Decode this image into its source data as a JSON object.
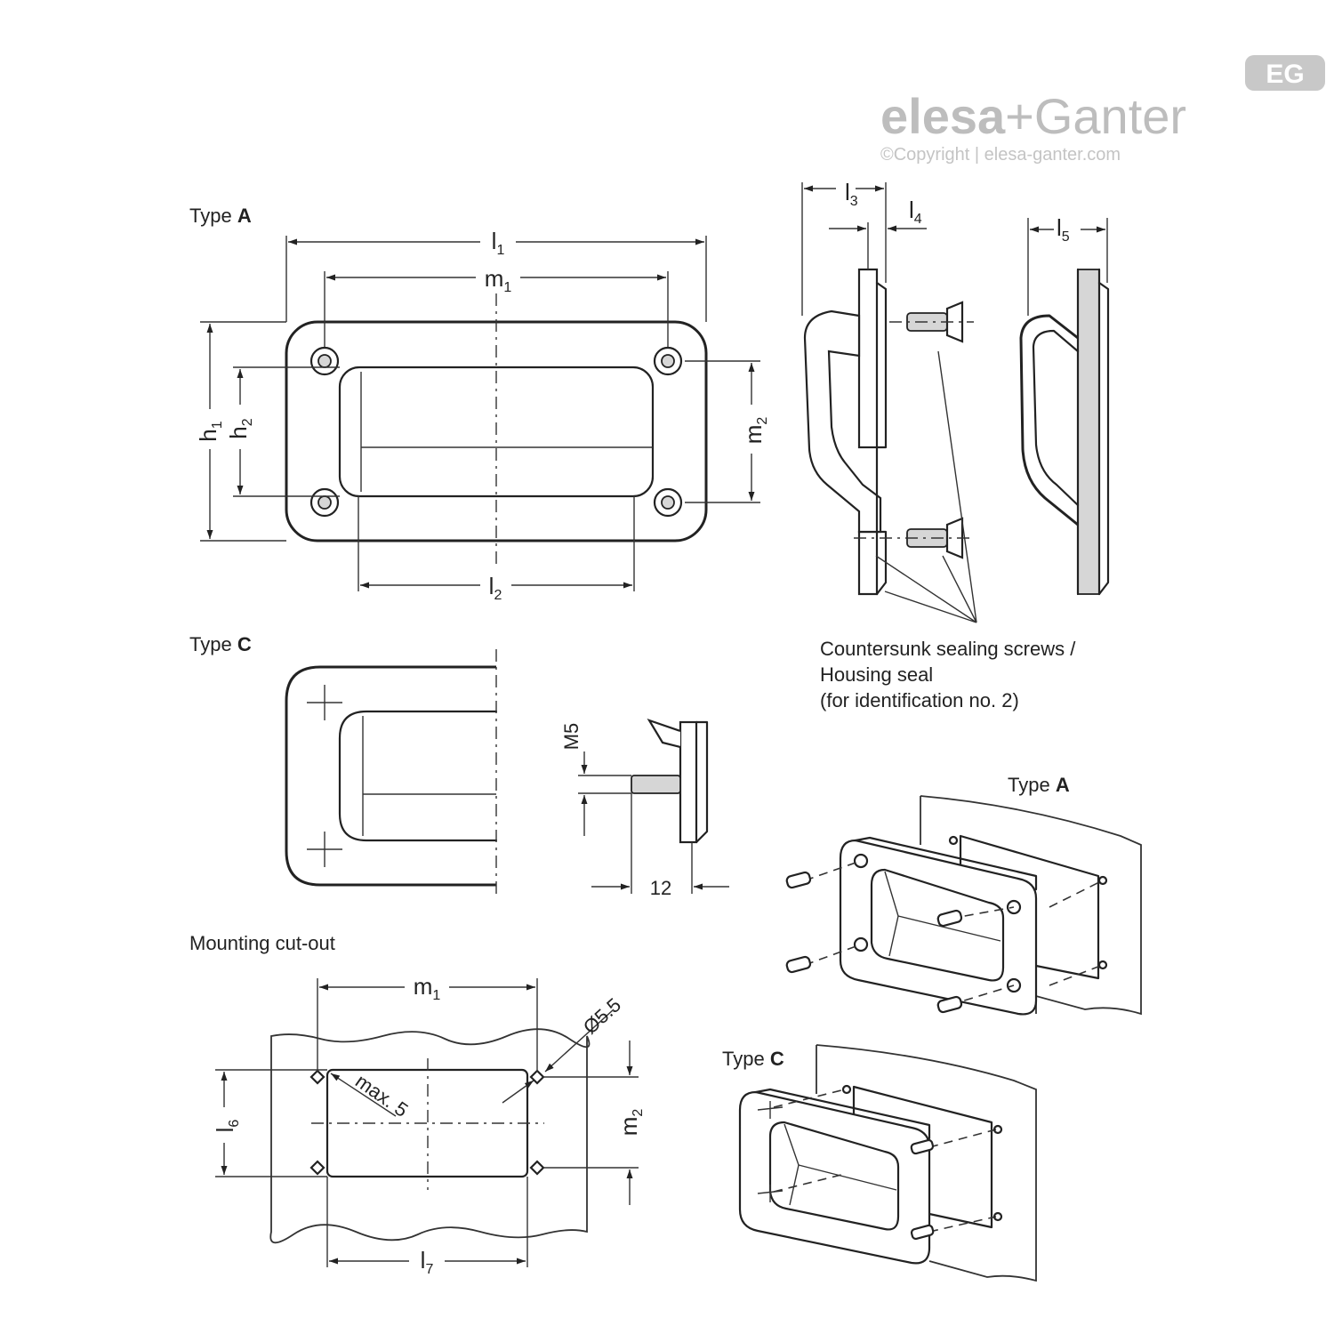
{
  "logo": {
    "brand_left": "elesa",
    "brand_plus": "+",
    "brand_right": "Ganter",
    "copyright": "©Copyright | elesa-ganter.com",
    "badge": "EG"
  },
  "labels": {
    "type_a": "Type ",
    "type_a_bold": "A",
    "type_c": "Type ",
    "type_c_bold": "C",
    "mounting_cutout": "Mounting cut-out",
    "screws_line1": "Countersunk sealing screws /",
    "screws_line2": "Housing seal",
    "screws_line3": "(for identification no. 2)",
    "iso_type_a": "Type ",
    "iso_type_a_bold": "A",
    "iso_type_c": "Type ",
    "iso_type_c_bold": "C"
  },
  "dimensions": {
    "l1": {
      "base": "l",
      "sub": "1"
    },
    "m1": {
      "base": "m",
      "sub": "1"
    },
    "h1": {
      "base": "h",
      "sub": "1"
    },
    "h2": {
      "base": "h",
      "sub": "2"
    },
    "m2": {
      "base": "m",
      "sub": "2"
    },
    "l2": {
      "base": "l",
      "sub": "2"
    },
    "l3": {
      "base": "l",
      "sub": "3"
    },
    "l4": {
      "base": "l",
      "sub": "4"
    },
    "l5": {
      "base": "l",
      "sub": "5"
    },
    "m5": "M5",
    "twelve": "12",
    "cut_m1": {
      "base": "m",
      "sub": "1"
    },
    "cut_l6": {
      "base": "l",
      "sub": "6"
    },
    "cut_m2": {
      "base": "m",
      "sub": "2"
    },
    "cut_l7": {
      "base": "l",
      "sub": "7"
    },
    "hole_dia": "Ø5.5",
    "corner_radius": "max. 5"
  }
}
